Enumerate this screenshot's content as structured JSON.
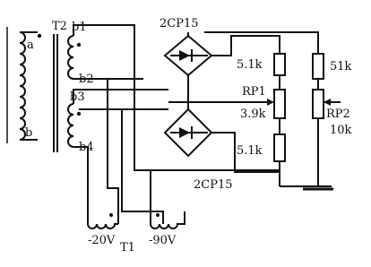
{
  "labels": {
    "t2": "T2",
    "winding_a": "a",
    "winding_b": "b",
    "b1": "b1",
    "b2": "b2",
    "b3": "b3",
    "b4": "b4",
    "bridge_top": "2CP15",
    "bridge_bottom": "2CP15",
    "r1": "5.1k",
    "rp1_name": "RP1",
    "rp1_value": "3.9k",
    "r2": "5.1k",
    "r3": "51k",
    "rp2_name": "RP2",
    "rp2_value": "10k",
    "v_left": "-20V",
    "t1": "T1",
    "v_right": "-90V"
  },
  "icons": {
    "transformer": "transformer-icon",
    "bridge": "bridge-rectifier-icon",
    "resistor": "resistor-icon",
    "potentiometer": "potentiometer-icon",
    "ground": "ground-icon",
    "coil": "coil-icon"
  }
}
